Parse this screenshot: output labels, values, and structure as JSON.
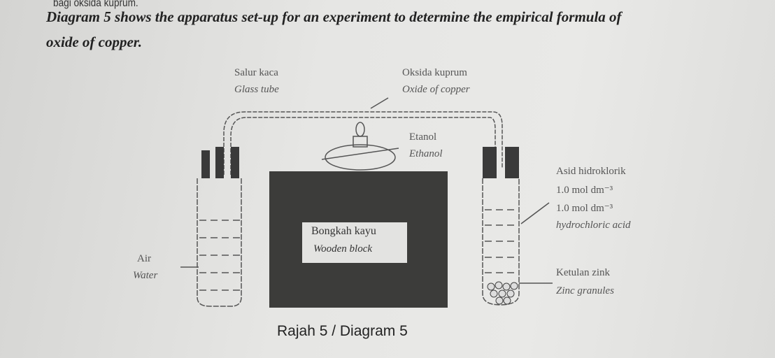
{
  "intro_line": "bagi oksida kuprum.",
  "question_line1": "Diagram 5 shows the apparatus set-up for an experiment to determine the empirical formula of",
  "question_line2": "oxide of copper.",
  "labels": {
    "glass_tube_ms": "Salur kaca",
    "glass_tube_en": "Glass tube",
    "oxide_ms": "Oksida kuprum",
    "oxide_en": "Oxide of copper",
    "ethanol_ms": "Etanol",
    "ethanol_en": "Ethanol",
    "acid_ms": "Asid hidroklorik",
    "acid_conc_ms": "1.0 mol dm⁻³",
    "acid_conc_en": "1.0 mol dm⁻³",
    "acid_en": "hydrochloric acid",
    "water_ms": "Air",
    "water_en": "Water",
    "zinc_ms": "Ketulan zink",
    "zinc_en": "Zinc granules",
    "block_ms": "Bongkah kayu",
    "block_en": "Wooden block"
  },
  "caption": "Rajah 5 / Diagram 5"
}
